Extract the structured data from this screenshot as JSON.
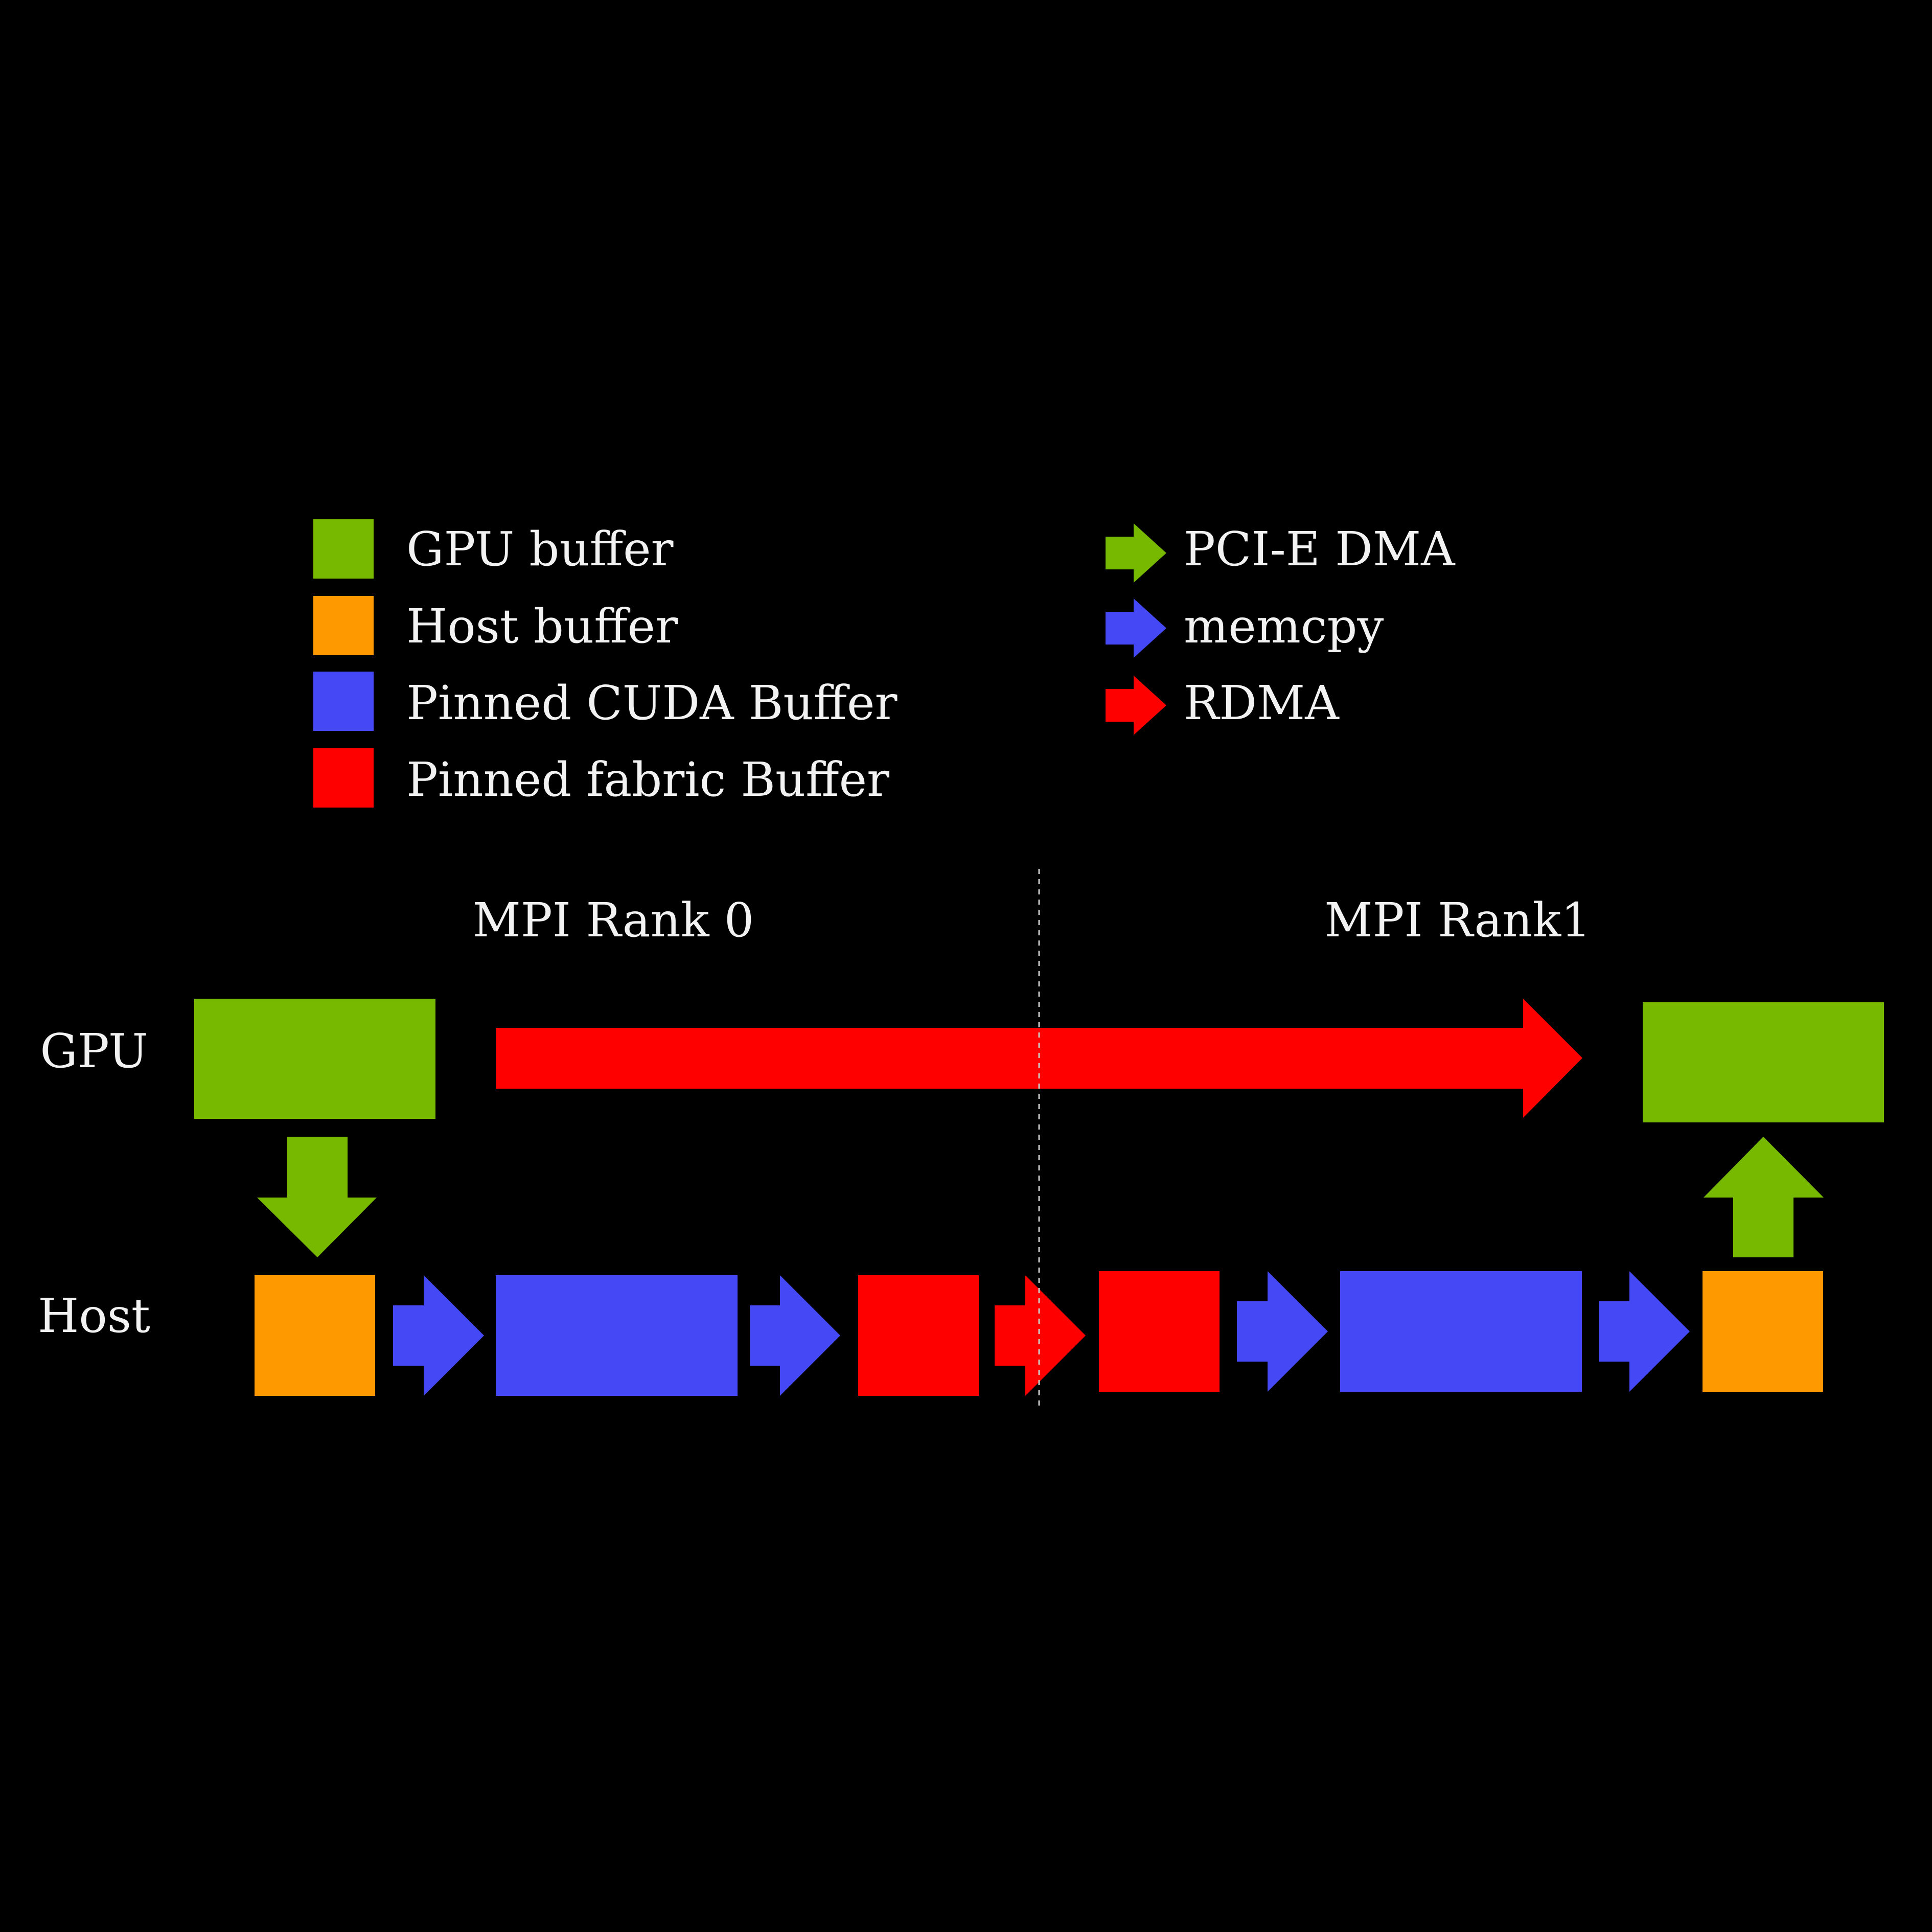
{
  "colors": {
    "background": "#000000",
    "gpu_buffer": "#76b900",
    "host_buffer": "#ff9900",
    "pinned_cuda": "#4549f5",
    "pinned_fabric": "#ff0000",
    "pcie_dma": "#76b900",
    "memcpy": "#4549f5",
    "rdma": "#ff0000",
    "text": "#f2f2f2",
    "divider": "#cccccc"
  },
  "legend": {
    "buffers": [
      {
        "label": "GPU buffer",
        "color": "#76b900"
      },
      {
        "label": "Host buffer",
        "color": "#ff9900"
      },
      {
        "label": "Pinned CUDA Buffer",
        "color": "#4549f5"
      },
      {
        "label": "Pinned fabric Buffer",
        "color": "#ff0000"
      }
    ],
    "transfers": [
      {
        "label": "PCI-E DMA",
        "color": "#76b900"
      },
      {
        "label": "memcpy",
        "color": "#4549f5"
      },
      {
        "label": "RDMA",
        "color": "#ff0000"
      }
    ]
  },
  "diagram": {
    "rank_labels": [
      "MPI Rank 0",
      "MPI Rank1"
    ],
    "row_labels": [
      "GPU",
      "Host"
    ],
    "gpu_to_gpu": {
      "type": "rdma",
      "color": "#ff0000"
    },
    "rank0_host_chain": [
      {
        "kind": "buffer",
        "type": "Host buffer",
        "color": "#ff9900"
      },
      {
        "kind": "arrow",
        "type": "memcpy",
        "color": "#4549f5"
      },
      {
        "kind": "buffer",
        "type": "Pinned CUDA Buffer",
        "color": "#4549f5"
      },
      {
        "kind": "arrow",
        "type": "memcpy",
        "color": "#4549f5"
      },
      {
        "kind": "buffer",
        "type": "Pinned fabric Buffer",
        "color": "#ff0000"
      },
      {
        "kind": "arrow",
        "type": "RDMA",
        "color": "#ff0000"
      }
    ],
    "rank1_host_chain": [
      {
        "kind": "buffer",
        "type": "Pinned fabric Buffer",
        "color": "#ff0000"
      },
      {
        "kind": "arrow",
        "type": "memcpy",
        "color": "#4549f5"
      },
      {
        "kind": "buffer",
        "type": "Pinned CUDA Buffer",
        "color": "#4549f5"
      },
      {
        "kind": "arrow",
        "type": "memcpy",
        "color": "#4549f5"
      },
      {
        "kind": "buffer",
        "type": "Host buffer",
        "color": "#ff9900"
      }
    ]
  }
}
